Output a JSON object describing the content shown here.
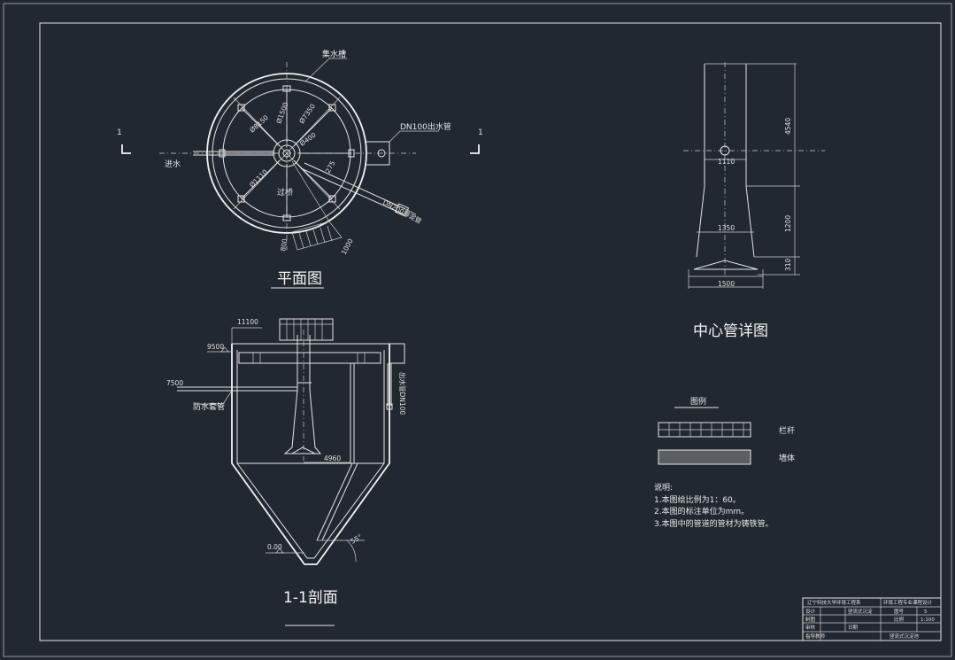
{
  "plan_view": {
    "title": "平面图",
    "section_mark_left": "1",
    "section_mark_right": "1",
    "label_collect_trough": "集水槽",
    "label_outlet_pipe": "DN100出水管",
    "label_inlet": "进水",
    "label_grating": "过桥",
    "label_sludge_pipe": "DN200排泥管",
    "dim_d1": "Ø8150",
    "dim_d2": "Ø1500",
    "dim_d3": "Ø7350",
    "dim_d4": "Ø400",
    "dim_d5": "Ø1110",
    "dim_800": "800",
    "dim_1000": "1000",
    "dim_small": "275"
  },
  "section_view": {
    "title": "1-1剖面",
    "elev_top": "11100",
    "elev_9500": "9500",
    "elev_7500": "7500",
    "label_drain_pipe": "防水套管",
    "label_outlet_right": "出水管DN100",
    "dim_4960": "4960",
    "angle": "55°",
    "elev_bottom": "0.00"
  },
  "center_pipe": {
    "title": "中心管详图",
    "dim_1110": "1110",
    "dim_1350": "1350",
    "dim_1500": "1500",
    "dim_4540": "4540",
    "dim_1200": "1200",
    "dim_310": "310"
  },
  "legend": {
    "title": "图例",
    "item1": "栏杆",
    "item2": "墙体"
  },
  "notes": {
    "heading": "说明:",
    "line1": "1.本图绘比例为1：60。",
    "line2": "2.本图的标注单位为mm。",
    "line3": "3.本图中的管道的管材为铸铁管。"
  },
  "title_block": {
    "school": "辽宁科技大学环境工程系",
    "project": "环境工程专业课程设计",
    "drawing_name": "竖流式沉淀",
    "drawing_no_label": "图号",
    "drawing_no": "5",
    "scale_label": "比例",
    "scale": "1:100",
    "row_designed": "设计",
    "row_drawn": "制图",
    "row_checked": "审核",
    "row_teacher": "指导教师",
    "row_date": "日期",
    "bottom_right": "竖流式沉淀池"
  }
}
